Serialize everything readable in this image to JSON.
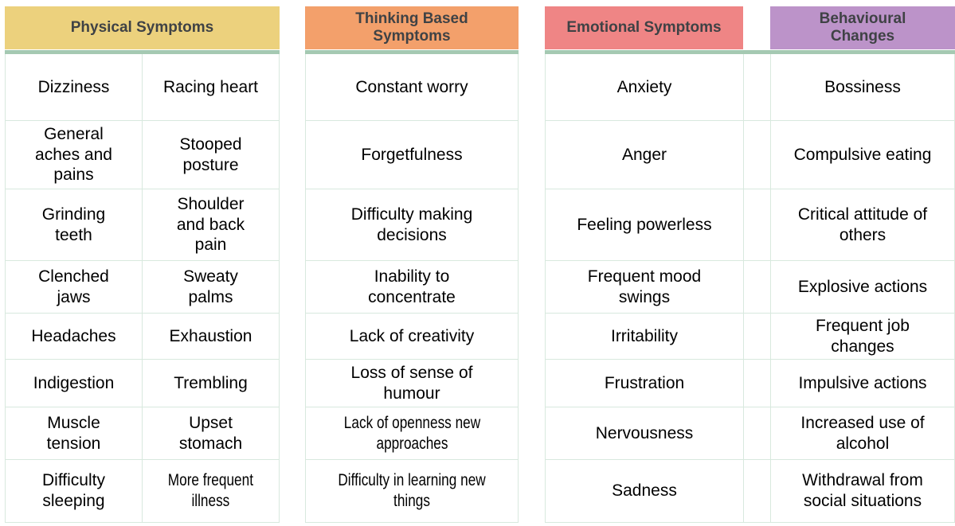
{
  "colors": {
    "physical_header": "#ecd17d",
    "thinking_header": "#f3a06b",
    "emotional_header": "#ef8585",
    "behavioural_header": "#bc93c9",
    "header_underline": "#a5c9b2",
    "cell_border": "#d8e9de",
    "header_text": "#3f4245",
    "cell_text": "#000000"
  },
  "tables": {
    "physical": {
      "title": "Physical Symptoms",
      "col1": [
        "Dizziness",
        "General\naches and\npains",
        "Grinding\nteeth",
        "Clenched\njaws",
        "Headaches",
        "Indigestion",
        "Muscle\ntension",
        "Difficulty\nsleeping"
      ],
      "col2": [
        "Racing heart",
        "Stooped\nposture",
        "Shoulder\nand back\npain",
        "Sweaty\npalms",
        "Exhaustion",
        "Trembling",
        "Upset\nstomach",
        "More frequent\nillness"
      ]
    },
    "thinking": {
      "title": "Thinking Based\nSymptoms",
      "rows": [
        "Constant worry",
        "Forgetfulness",
        "Difficulty making\ndecisions",
        "Inability to\nconcentrate",
        "Lack of creativity",
        "Loss of sense of\nhumour",
        "Lack of openness new\napproaches",
        "Difficulty in learning new\nthings"
      ]
    },
    "emotional": {
      "title": "Emotional Symptoms",
      "rows": [
        "Anxiety",
        "Anger",
        "Feeling powerless",
        "Frequent mood\nswings",
        "Irritability",
        "Frustration",
        "Nervousness",
        "Sadness"
      ]
    },
    "behavioural": {
      "title": "Behavioural\nChanges",
      "rows": [
        "Bossiness",
        "Compulsive eating",
        "Critical attitude of\nothers",
        "Explosive actions",
        "Frequent job\nchanges",
        "Impulsive actions",
        "Increased use of\nalcohol",
        "Withdrawal from\nsocial situations"
      ]
    }
  }
}
